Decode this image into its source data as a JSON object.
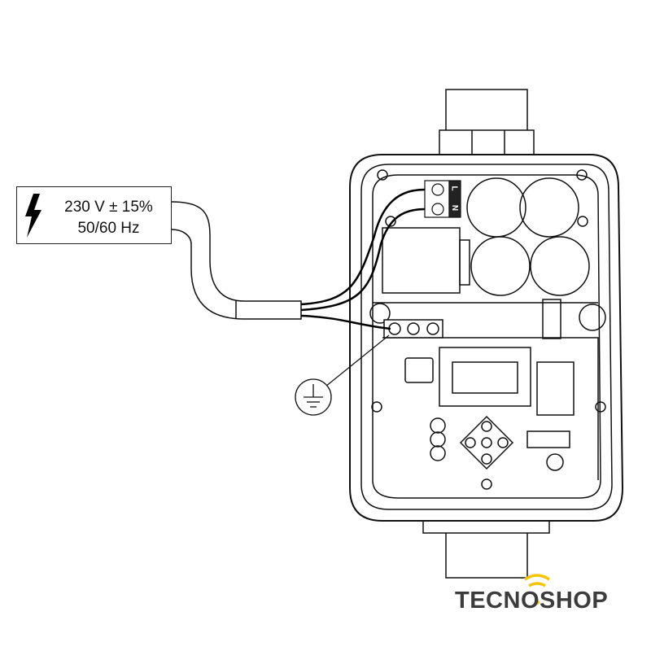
{
  "power_label": {
    "voltage": "230 V ± 15%",
    "frequency": "50/60 Hz",
    "icon": "lightning-bolt-icon"
  },
  "terminals": {
    "line": "L",
    "neutral": "N"
  },
  "ground_icon": "ground-symbol-icon",
  "brand": {
    "name": "TECNOSHOP",
    "accent_color": "#f5c400",
    "text_color": "#3c3c3c"
  }
}
